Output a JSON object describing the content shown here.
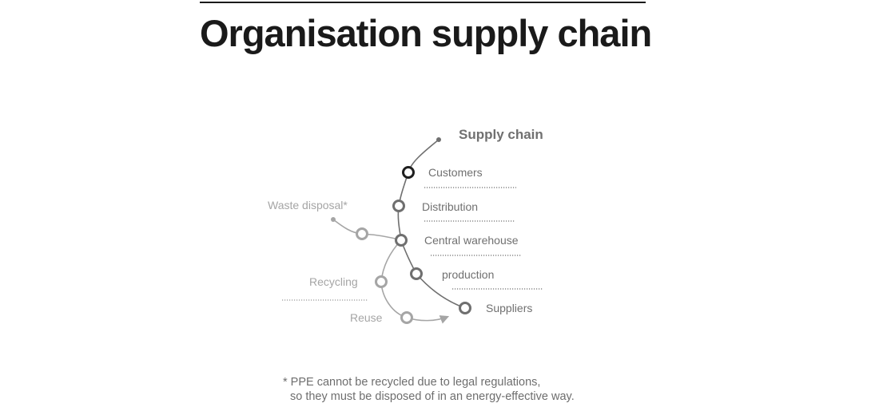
{
  "title": "Organisation supply chain",
  "diagram": {
    "heading": "Supply chain",
    "main_nodes": [
      {
        "label": "Customers"
      },
      {
        "label": "Distribution"
      },
      {
        "label": "Central warehouse"
      },
      {
        "label": "production"
      },
      {
        "label": "Suppliers"
      }
    ],
    "side_nodes": [
      {
        "label": "Waste disposal*"
      },
      {
        "label": "Recycling"
      },
      {
        "label": "Reuse"
      }
    ],
    "colors": {
      "main_stroke": "#6f6f6f",
      "highlight_stroke": "#1f1f1f",
      "side_stroke": "#a5a5a5"
    }
  },
  "footnote": {
    "line1": "* PPE cannot be recycled due to legal regulations,",
    "line2": "so they must be disposed of in an energy-effective way."
  }
}
